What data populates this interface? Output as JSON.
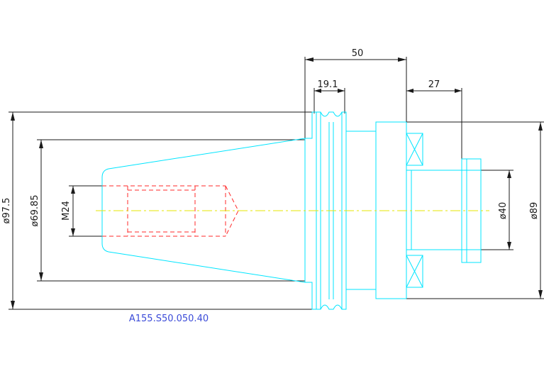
{
  "drawing": {
    "part_number": "A155.S50.050.40",
    "dimensions": {
      "overall_flange_to_face": "50",
      "flange_width": "19.1",
      "face_to_clamp": "27",
      "dia_97_5": "ø97.5",
      "dia_69_85": "ø69.85",
      "thread_m24": "M24",
      "dia_40": "ø40",
      "dia_89": "ø89"
    }
  },
  "colors": {
    "outline": "#00e5ff",
    "hidden": "#ff2a2a",
    "centerline": "#e6e600",
    "dimension": "#1a1a1a",
    "part_label": "#3b4bd8"
  }
}
